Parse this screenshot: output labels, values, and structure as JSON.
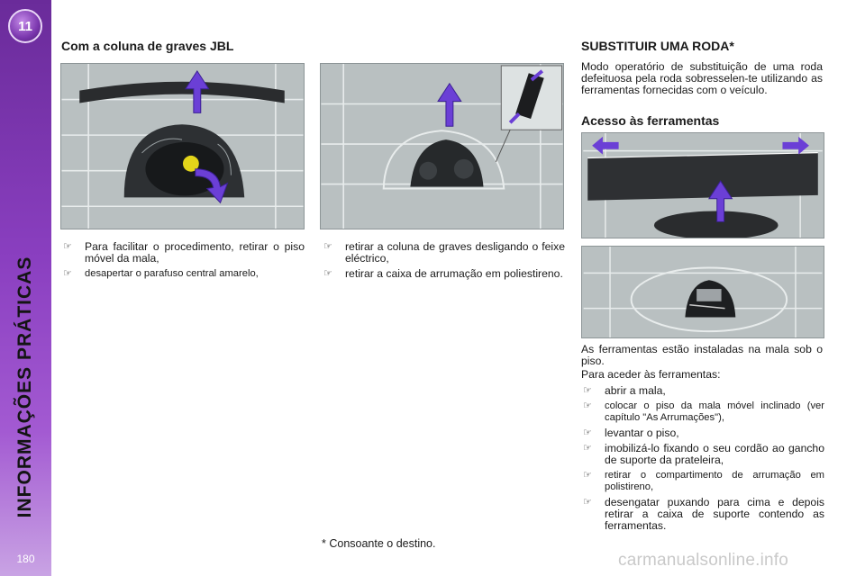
{
  "sidebar": {
    "chapter_number": "11",
    "title": "INFORMAÇÕES PRÁTICAS",
    "page_number": "180"
  },
  "left": {
    "heading": "Com a coluna de graves JBL",
    "bullets": [
      {
        "icon": "hand-pointer-icon",
        "text": "Para facilitar o procedimento, retirar o piso móvel da mala,"
      },
      {
        "icon": "hand-pointer-icon",
        "text": "desapertar o parafuso central amarelo,"
      }
    ]
  },
  "middle": {
    "bullets": [
      {
        "icon": "hand-pointer-icon",
        "text": "retirar a coluna de graves desligando o feixe eléctrico,"
      },
      {
        "icon": "hand-pointer-icon",
        "text": "retirar a caixa de arrumação em poliestireno."
      }
    ]
  },
  "right": {
    "heading": "SUBSTITUIR UMA RODA*",
    "intro": "Modo operatório de substituição de uma roda defeituosa pela roda sobresselen-te utilizando as ferramentas fornecidas com o veículo.",
    "subheading": "Acesso às ferramentas",
    "tools_location": "As ferramentas estão instaladas na mala sob o piso.",
    "access_intro": "Para aceder às ferramentas:",
    "steps": [
      {
        "icon": "hand-pointer-icon",
        "text": "abrir a mala,"
      },
      {
        "icon": "hand-pointer-icon",
        "text": "colocar o piso da mala móvel inclinado (ver capítulo \"As Arrumações\"),"
      },
      {
        "icon": "hand-pointer-icon",
        "text": "levantar o piso,"
      },
      {
        "icon": "hand-pointer-icon",
        "text": "imobilizá-lo fixando o seu cordão ao gancho de suporte da prateleira,"
      },
      {
        "icon": "hand-pointer-icon",
        "text": "retirar o compartimento de arrumação em polistireno,"
      },
      {
        "icon": "hand-pointer-icon",
        "text": "desengatar puxando para cima e depois retirar a caixa de suporte contendo as ferramentas."
      }
    ]
  },
  "footnote": "* Consoante o destino.",
  "watermark": "carmanualsonline.info",
  "colors": {
    "sidebar": "#8a3fc0",
    "arrow": "#6b3fd6",
    "illustration_bg": "#b9c0c1",
    "watermark": "#c9c9c9"
  }
}
